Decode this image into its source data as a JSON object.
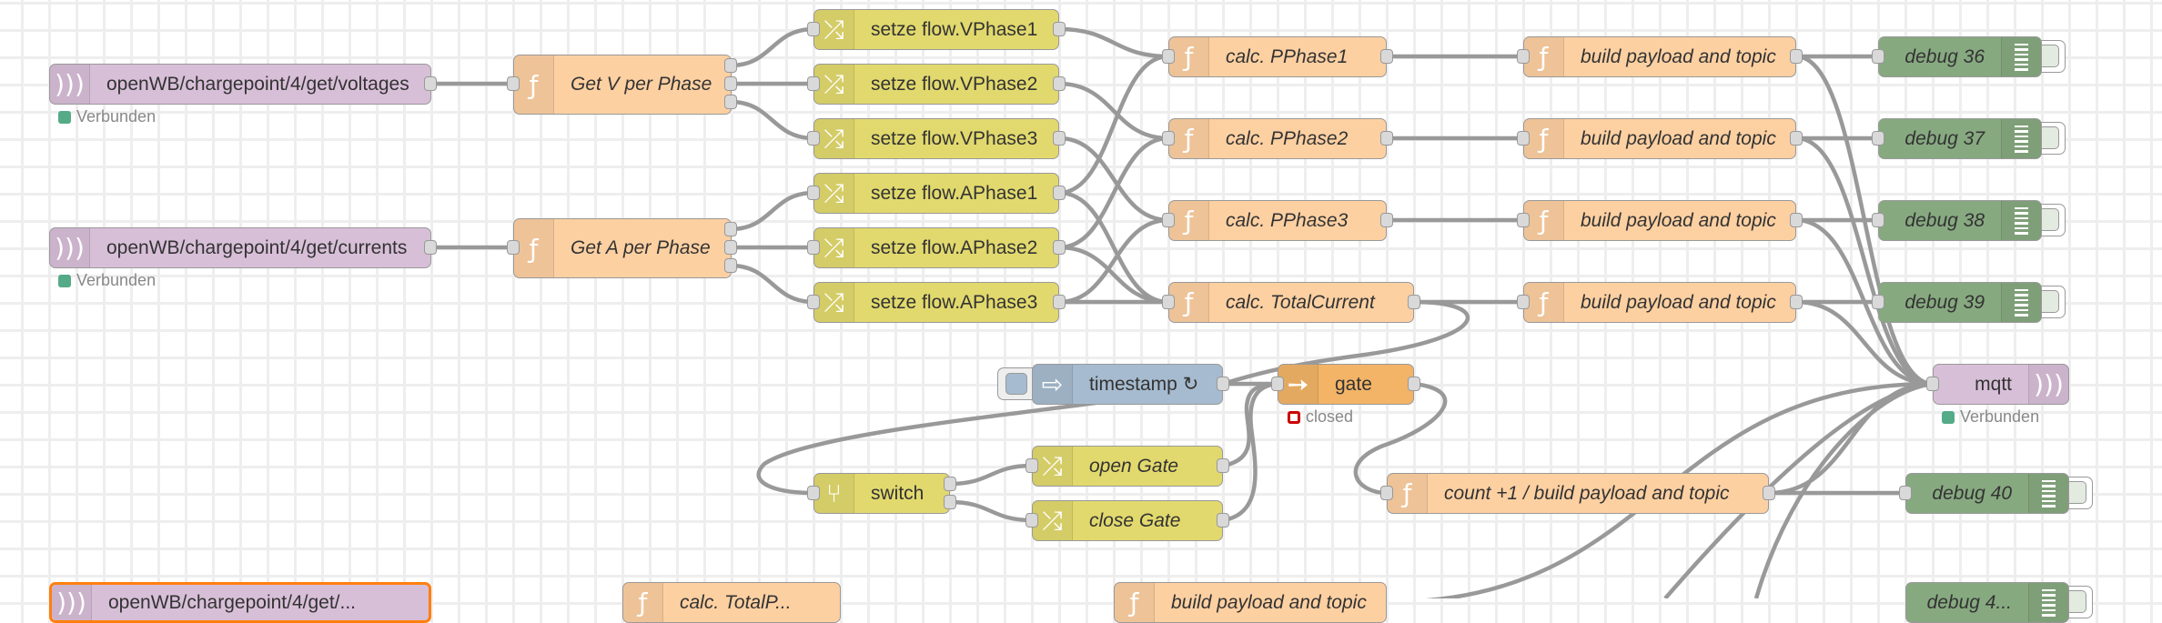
{
  "app": "Node-RED flow editor",
  "nodes": {
    "mqtt_in_voltages": {
      "label": "openWB/chargepoint/4/get/voltages",
      "status": "Verbunden",
      "icon": "mqtt-wave-icon"
    },
    "mqtt_in_currents": {
      "label": "openWB/chargepoint/4/get/currents",
      "status": "Verbunden",
      "icon": "mqtt-wave-icon"
    },
    "mqtt_in_bottom": {
      "label": "openWB/chargepoint/4/get/...",
      "icon": "mqtt-wave-icon"
    },
    "get_v": {
      "label": "Get V per Phase",
      "icon": "function-icon"
    },
    "get_a": {
      "label": "Get A per Phase",
      "icon": "function-icon"
    },
    "setze": [
      {
        "label": "setze flow.VPhase1"
      },
      {
        "label": "setze flow.VPhase2"
      },
      {
        "label": "setze flow.VPhase3"
      },
      {
        "label": "setze flow.APhase1"
      },
      {
        "label": "setze flow.APhase2"
      },
      {
        "label": "setze flow.APhase3"
      }
    ],
    "calc": [
      {
        "label": "calc. PPhase1"
      },
      {
        "label": "calc. PPhase2"
      },
      {
        "label": "calc. PPhase3"
      },
      {
        "label": "calc. TotalCurrent"
      }
    ],
    "build": [
      {
        "label": "build payload and topic"
      },
      {
        "label": "build payload and topic"
      },
      {
        "label": "build payload and topic"
      },
      {
        "label": "build payload and topic"
      }
    ],
    "debug": [
      {
        "label": "debug 36"
      },
      {
        "label": "debug 37"
      },
      {
        "label": "debug 38"
      },
      {
        "label": "debug 39"
      },
      {
        "label": "debug 40"
      },
      {
        "label": "debug 4..."
      }
    ],
    "timestamp": {
      "label": "timestamp ↻"
    },
    "gate": {
      "label": "gate",
      "status": "closed"
    },
    "switch": {
      "label": "switch"
    },
    "open_gate": {
      "label": "open Gate"
    },
    "close_gate": {
      "label": "close Gate"
    },
    "count": {
      "label": "count +1 / build payload and topic"
    },
    "mqtt_out": {
      "label": "mqtt",
      "status": "Verbunden"
    },
    "bottom_calc": {
      "label": "calc. TotalP..."
    },
    "bottom_build": {
      "label": "build payload and topic"
    }
  },
  "icons": {
    "function": "ƒ",
    "change": "⤮",
    "switch": "⑂",
    "inject": "⇨",
    "gate": "➙",
    "wave": ")))"
  },
  "colors": {
    "function": "#FDD0A2",
    "change": "#E2D96E",
    "mqtt": "#D8BFD8",
    "debug": "#87A980",
    "inject": "#a6bbcf",
    "gate": "#f3b467",
    "status_connected": "#55aa88",
    "status_closed": "#cc0000",
    "selection": "#ff7f0e"
  }
}
